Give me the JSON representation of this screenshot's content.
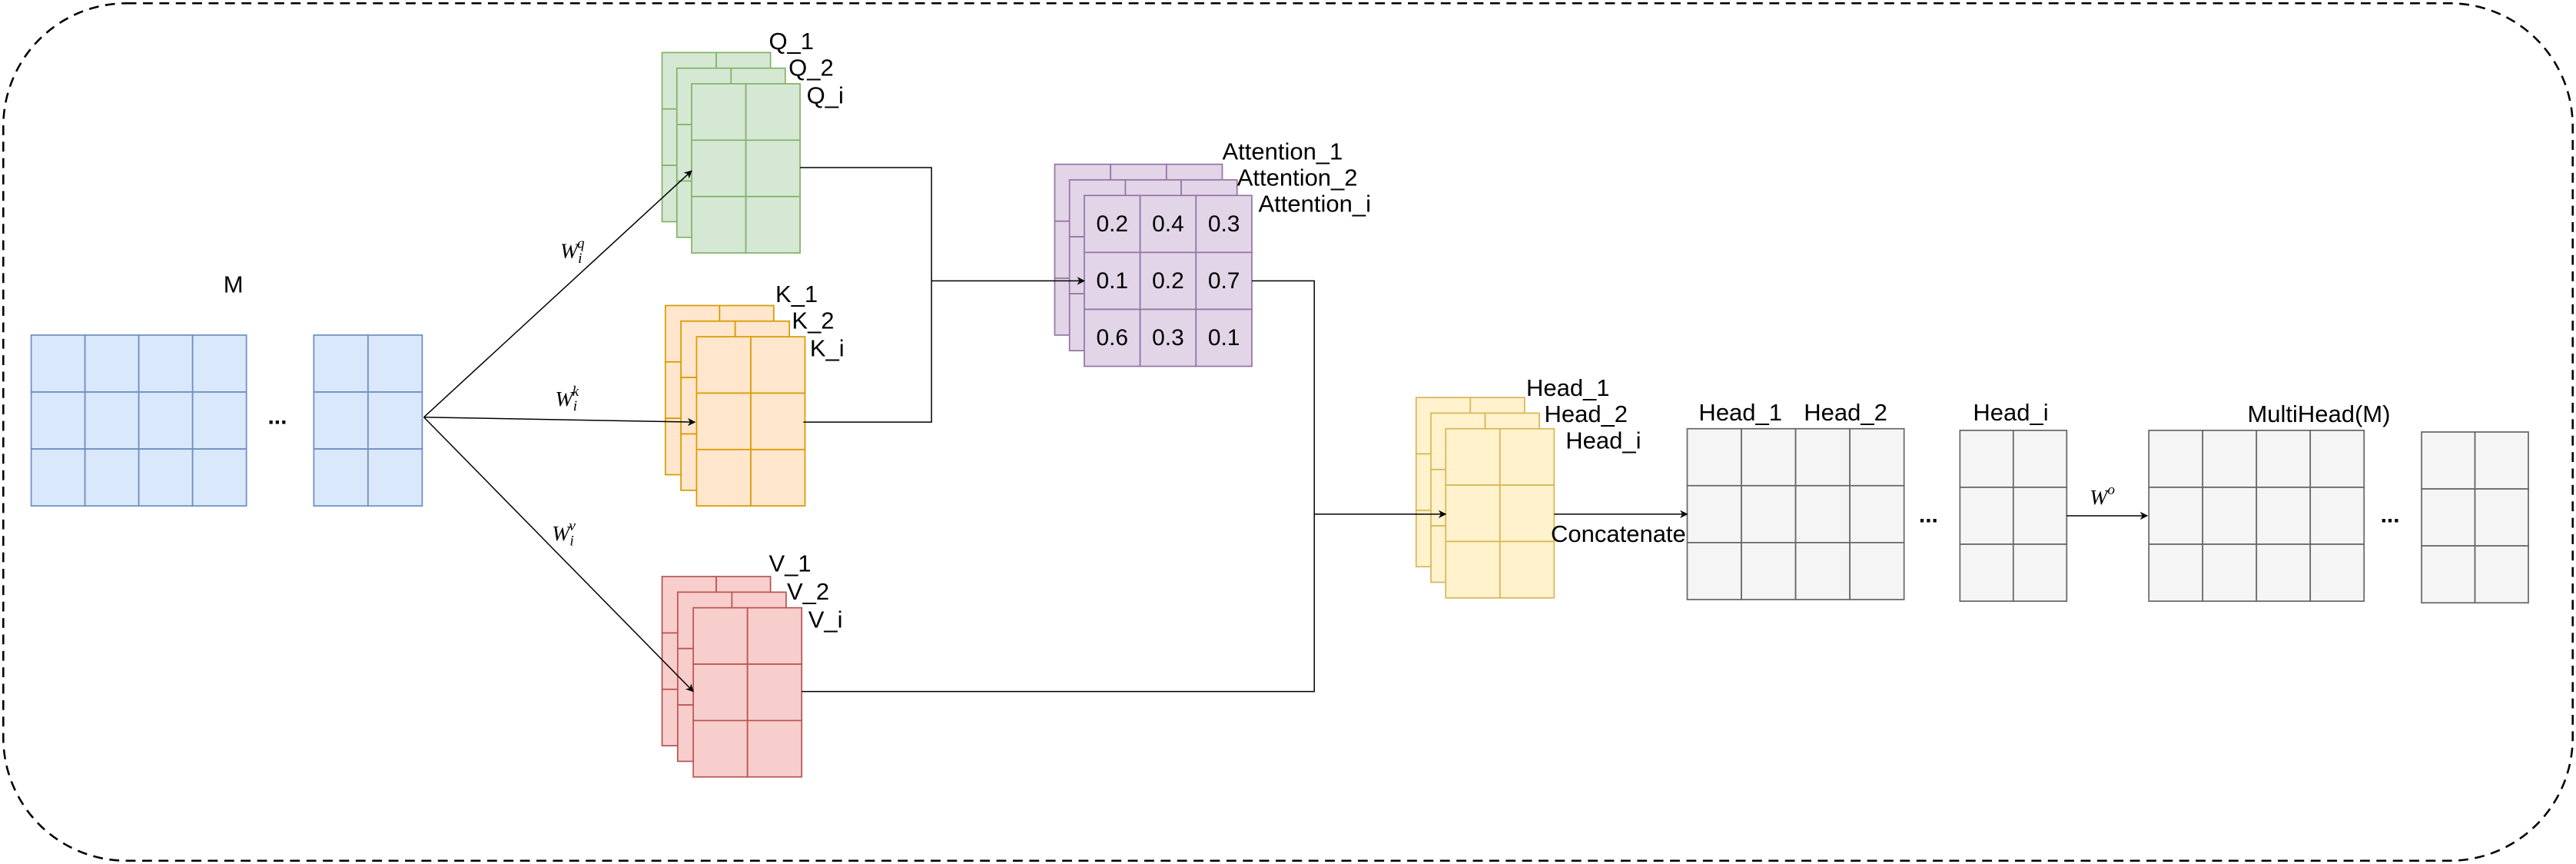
{
  "input": {
    "label": "M",
    "ellipsis": "..."
  },
  "projections": {
    "q": {
      "weight": {
        "base": "W",
        "sub": "i",
        "sup": "q"
      },
      "labels": [
        "Q_1",
        "Q_2",
        "Q_i"
      ]
    },
    "k": {
      "weight": {
        "base": "W",
        "sub": "i",
        "sup": "k"
      },
      "labels": [
        "K_1",
        "K_2",
        "K_i"
      ]
    },
    "v": {
      "weight": {
        "base": "W",
        "sub": "i",
        "sup": "v"
      },
      "labels": [
        "V_1",
        "V_2",
        "V_i"
      ]
    }
  },
  "attention": {
    "labels": [
      "Attention_1",
      "Attention_2",
      "Attention_i"
    ],
    "values": [
      [
        "0.2",
        "0.4",
        "0.3"
      ],
      [
        "0.1",
        "0.2",
        "0.7"
      ],
      [
        "0.6",
        "0.3",
        "0.1"
      ]
    ]
  },
  "heads": {
    "labels": [
      "Head_1",
      "Head_2",
      "Head_i"
    ]
  },
  "concat": {
    "label": "Concatenate",
    "head_labels": [
      "Head_1",
      "Head_2"
    ],
    "ellipsis": "...",
    "last_label": "Head_i"
  },
  "output": {
    "weight": {
      "base": "W",
      "sup": "o"
    },
    "label": "MultiHead(M)",
    "ellipsis": "..."
  },
  "colors": {
    "input": {
      "fill": "#dae8fc",
      "stroke": "#6c8ebf"
    },
    "q": {
      "fill": "#d5e8d4",
      "stroke": "#82b366"
    },
    "k": {
      "fill": "#ffe6cc",
      "stroke": "#d79b00"
    },
    "v": {
      "fill": "#f8cecc",
      "stroke": "#b85450"
    },
    "attention": {
      "fill": "#e1d5e7",
      "stroke": "#9673a6"
    },
    "head": {
      "fill": "#fff2cc",
      "stroke": "#d6b656"
    },
    "output": {
      "fill": "#f5f5f5",
      "stroke": "#666666"
    }
  }
}
